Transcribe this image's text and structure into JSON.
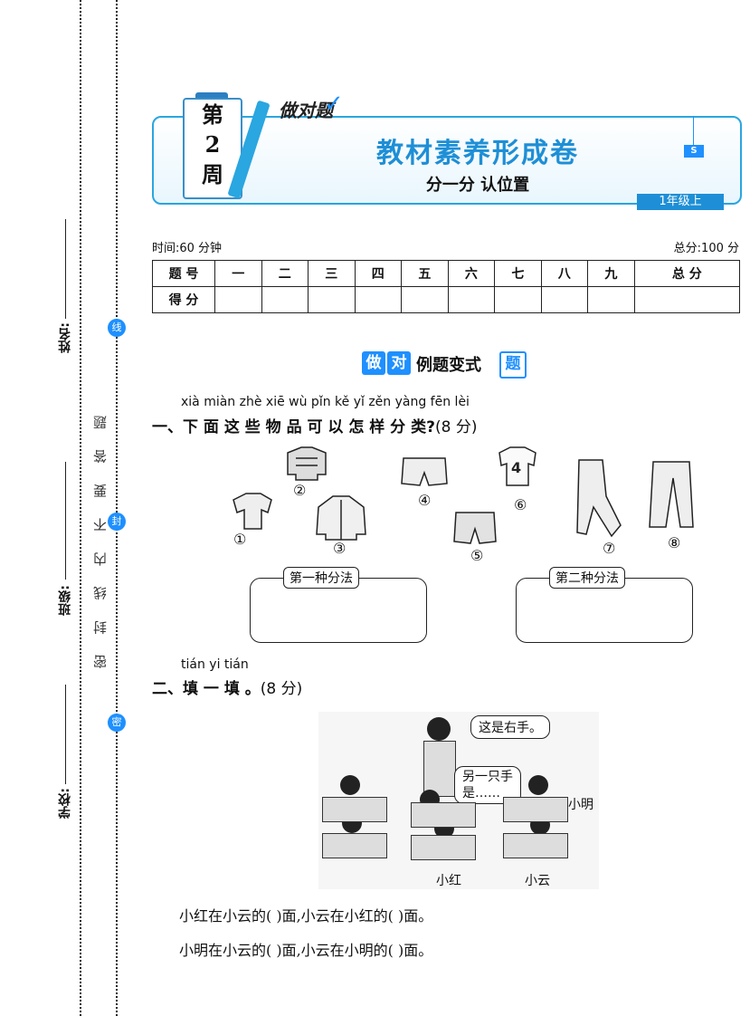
{
  "margin": {
    "name_label": "姓名:",
    "class_label": "班级:",
    "school_label": "学校:",
    "seal_text": "密 封 线 内 不 要 答 题",
    "seal_marks": [
      "线",
      "封",
      "密"
    ]
  },
  "header": {
    "week_top": "第",
    "week_num": "2",
    "week_bottom": "周",
    "badge": "做对题",
    "title": "教材素养形成卷",
    "subtitle": "分一分  认位置",
    "s_tag": "S",
    "grade": "1年级上"
  },
  "exam_info": {
    "time": "时间:60 分钟",
    "total": "总分:100 分"
  },
  "score_table": {
    "row1_label": "题 号",
    "columns": [
      "一",
      "二",
      "三",
      "四",
      "五",
      "六",
      "七",
      "八",
      "九",
      "总 分"
    ],
    "row2_label": "得 分"
  },
  "section_banner": {
    "box1": "做",
    "box2": "对",
    "text": "例题变式",
    "box3": "题"
  },
  "q1": {
    "pinyin": "xià miàn zhè xiē wù pǐn kě  yǐ  zěn yàng fēn lèi",
    "title": "一、下  面  这 些 物 品 可 以 怎  样  分 类?",
    "points": "(8 分)",
    "numbers": [
      "①",
      "②",
      "③",
      "④",
      "⑤",
      "⑥",
      "⑦",
      "⑧"
    ],
    "method1": "第一种分法",
    "method2": "第二种分法"
  },
  "q2": {
    "pinyin": "tián yi tián",
    "title": "二、填 一 填 。",
    "points": "(8 分)",
    "bubble1": "这是右手。",
    "bubble2_line1": "另一只手",
    "bubble2_line2": "是……",
    "name_ming": "小明",
    "name_hong": "小红",
    "name_yun": "小云",
    "line1": "小红在小云的(        )面,小云在小红的(        )面。",
    "line2": "小明在小云的(        )面,小云在小明的(        )面。"
  }
}
